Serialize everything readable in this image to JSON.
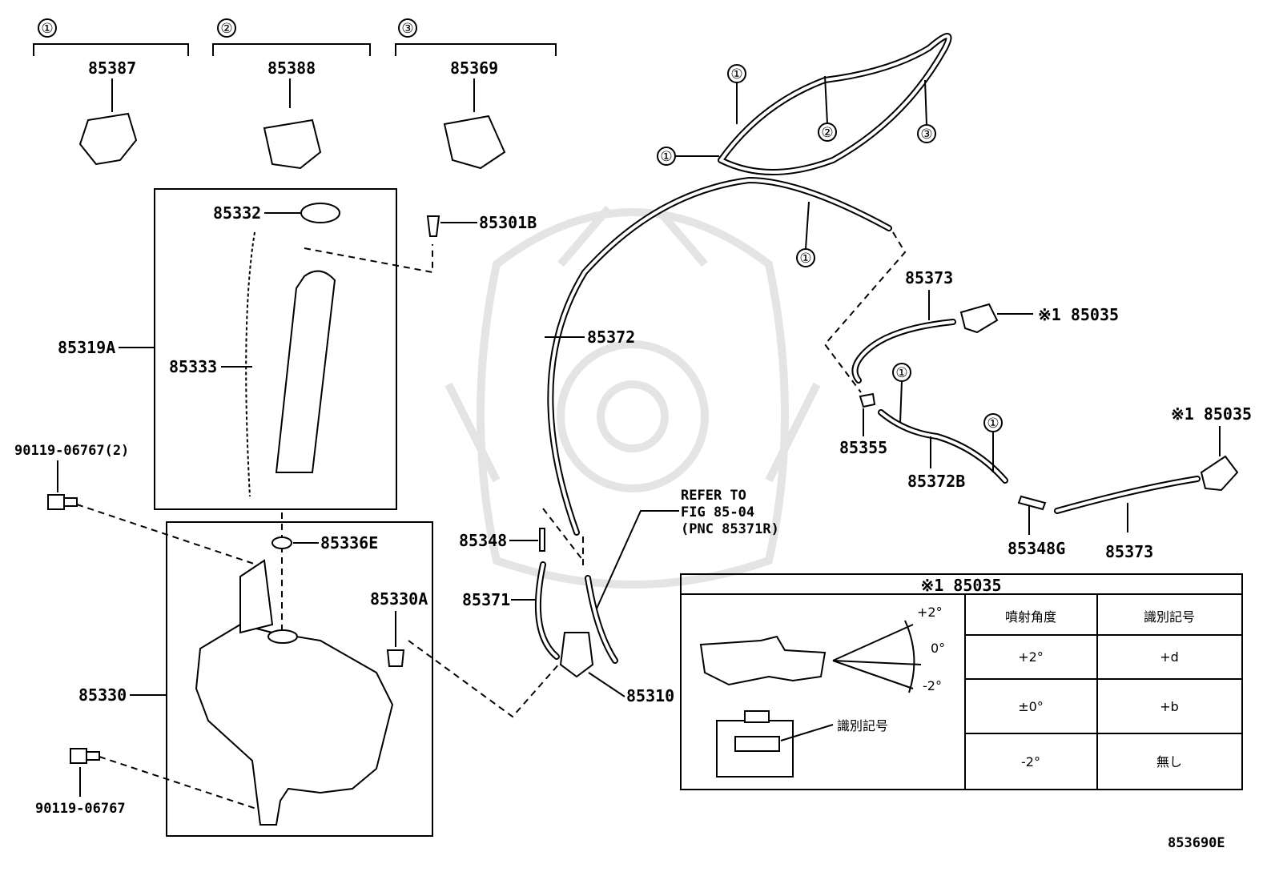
{
  "callouts": {
    "c1": "①",
    "c2": "②",
    "c3": "③"
  },
  "parts": {
    "p85387": "85387",
    "p85388": "85388",
    "p85369": "85369",
    "p85332": "85332",
    "p85301B": "85301B",
    "p85319A": "85319A",
    "p85333": "85333",
    "p90119_2": "90119-06767(2)",
    "p85336E": "85336E",
    "p85330A": "85330A",
    "p85330": "85330",
    "p90119": "90119-06767",
    "p85372": "85372",
    "p85348": "85348",
    "p85371": "85371",
    "p85310": "85310",
    "p85373a": "85373",
    "p85035a": "※1 85035",
    "p85355": "85355",
    "p85372B": "85372B",
    "p85035b": "※1 85035",
    "p85348G": "85348G",
    "p85373b": "85373"
  },
  "refer": {
    "line1": "REFER TO",
    "line2": "FIG 85-04",
    "line3": "(PNC 85371R)"
  },
  "table": {
    "title": "※1 85035",
    "col_angle": "噴射角度",
    "col_mark": "識別記号",
    "rows": [
      {
        "angle": "+2°",
        "mark": "+d"
      },
      {
        "angle": "±0°",
        "mark": "+b"
      },
      {
        "angle": "-2°",
        "mark": "無し"
      }
    ],
    "inset_plus2": "+2°",
    "inset_zero": "0°",
    "inset_minus2": "-2°",
    "inset_mark_label": "識別記号"
  },
  "figure_code": "853690E"
}
